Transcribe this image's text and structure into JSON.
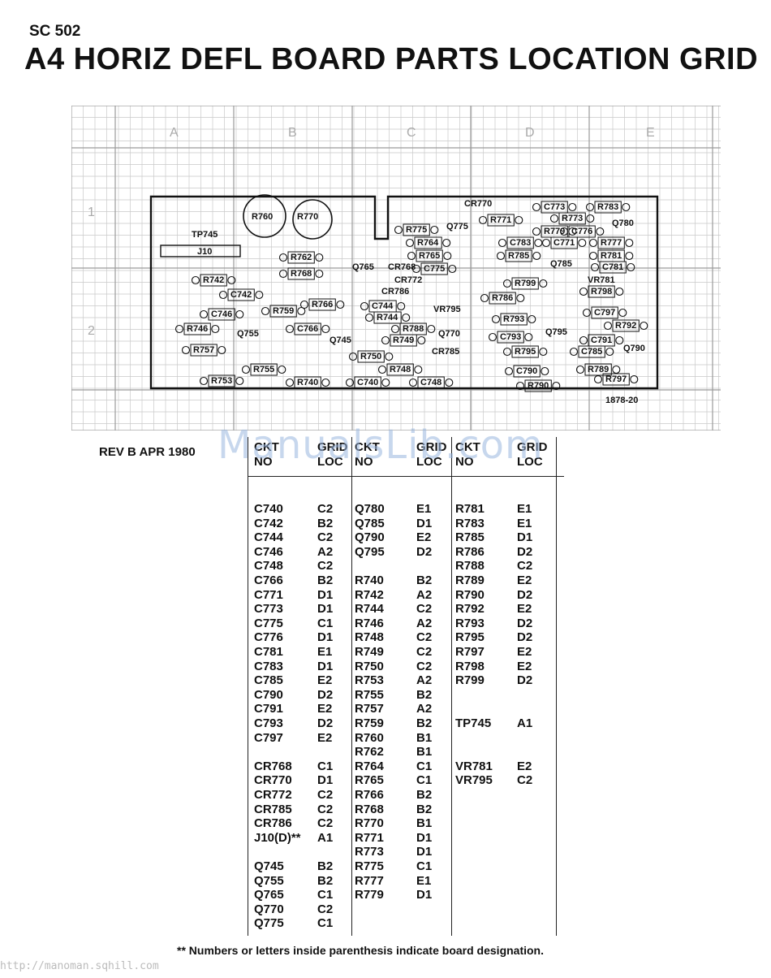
{
  "header": {
    "model": "SC 502",
    "title": "A4 HORIZ DEFL BOARD PARTS LOCATION GRID"
  },
  "grid": {
    "columns": [
      "A",
      "B",
      "C",
      "D",
      "E"
    ],
    "rows": [
      "1",
      "2"
    ],
    "drawing_number": "1878-20",
    "components": [
      {
        "label": "R760",
        "col": "B",
        "row": "1"
      },
      {
        "label": "R770",
        "col": "B",
        "row": "1"
      },
      {
        "label": "TP745",
        "col": "A",
        "row": "1"
      },
      {
        "label": "J10",
        "col": "A",
        "row": "1"
      },
      {
        "label": "R762",
        "col": "B",
        "row": "1"
      },
      {
        "label": "R768",
        "col": "B",
        "row": "2"
      },
      {
        "label": "R742",
        "col": "A",
        "row": "2"
      },
      {
        "label": "C742",
        "col": "B",
        "row": "2"
      },
      {
        "label": "C746",
        "col": "A",
        "row": "2"
      },
      {
        "label": "R759",
        "col": "B",
        "row": "2"
      },
      {
        "label": "R766",
        "col": "B",
        "row": "2"
      },
      {
        "label": "R746",
        "col": "A",
        "row": "2"
      },
      {
        "label": "Q755",
        "col": "B",
        "row": "2"
      },
      {
        "label": "C766",
        "col": "B",
        "row": "2"
      },
      {
        "label": "Q745",
        "col": "B",
        "row": "2"
      },
      {
        "label": "R757",
        "col": "A",
        "row": "2"
      },
      {
        "label": "R755",
        "col": "B",
        "row": "2"
      },
      {
        "label": "R753",
        "col": "A",
        "row": "2"
      },
      {
        "label": "R740",
        "col": "B",
        "row": "2"
      },
      {
        "label": "Q765",
        "col": "C",
        "row": "1"
      },
      {
        "label": "CR768",
        "col": "C",
        "row": "1"
      },
      {
        "label": "C775",
        "col": "C",
        "row": "1"
      },
      {
        "label": "CR772",
        "col": "C",
        "row": "2"
      },
      {
        "label": "CR786",
        "col": "C",
        "row": "2"
      },
      {
        "label": "C744",
        "col": "C",
        "row": "2"
      },
      {
        "label": "R744",
        "col": "C",
        "row": "2"
      },
      {
        "label": "R788",
        "col": "C",
        "row": "2"
      },
      {
        "label": "VR795",
        "col": "C",
        "row": "2"
      },
      {
        "label": "R749",
        "col": "C",
        "row": "2"
      },
      {
        "label": "Q770",
        "col": "C",
        "row": "2"
      },
      {
        "label": "CR785",
        "col": "C",
        "row": "2"
      },
      {
        "label": "R750",
        "col": "C",
        "row": "2"
      },
      {
        "label": "R748",
        "col": "C",
        "row": "2"
      },
      {
        "label": "C740",
        "col": "C",
        "row": "2"
      },
      {
        "label": "C748",
        "col": "C",
        "row": "2"
      },
      {
        "label": "R775",
        "col": "C",
        "row": "1"
      },
      {
        "label": "R764",
        "col": "C",
        "row": "1"
      },
      {
        "label": "R765",
        "col": "C",
        "row": "1"
      },
      {
        "label": "CR770",
        "col": "D",
        "row": "1"
      },
      {
        "label": "Q775",
        "col": "C",
        "row": "1"
      },
      {
        "label": "C773",
        "col": "D",
        "row": "1"
      },
      {
        "label": "R771",
        "col": "D",
        "row": "1"
      },
      {
        "label": "R773",
        "col": "D",
        "row": "1"
      },
      {
        "label": "R779",
        "col": "D",
        "row": "1"
      },
      {
        "label": "C776",
        "col": "D",
        "row": "1"
      },
      {
        "label": "C783",
        "col": "D",
        "row": "1"
      },
      {
        "label": "C771",
        "col": "D",
        "row": "1"
      },
      {
        "label": "R785",
        "col": "D",
        "row": "1"
      },
      {
        "label": "Q785",
        "col": "D",
        "row": "1"
      },
      {
        "label": "R783",
        "col": "E",
        "row": "1"
      },
      {
        "label": "Q780",
        "col": "E",
        "row": "1"
      },
      {
        "label": "R777",
        "col": "E",
        "row": "1"
      },
      {
        "label": "R781",
        "col": "E",
        "row": "1"
      },
      {
        "label": "C781",
        "col": "E",
        "row": "1"
      },
      {
        "label": "VR781",
        "col": "E",
        "row": "2"
      },
      {
        "label": "R799",
        "col": "D",
        "row": "2"
      },
      {
        "label": "R798",
        "col": "E",
        "row": "2"
      },
      {
        "label": "R786",
        "col": "D",
        "row": "2"
      },
      {
        "label": "R793",
        "col": "D",
        "row": "2"
      },
      {
        "label": "C797",
        "col": "E",
        "row": "2"
      },
      {
        "label": "R792",
        "col": "E",
        "row": "2"
      },
      {
        "label": "C793",
        "col": "D",
        "row": "2"
      },
      {
        "label": "Q795",
        "col": "D",
        "row": "2"
      },
      {
        "label": "C791",
        "col": "E",
        "row": "2"
      },
      {
        "label": "R795",
        "col": "D",
        "row": "2"
      },
      {
        "label": "C785",
        "col": "E",
        "row": "2"
      },
      {
        "label": "Q790",
        "col": "E",
        "row": "2"
      },
      {
        "label": "C790",
        "col": "D",
        "row": "2"
      },
      {
        "label": "R789",
        "col": "E",
        "row": "2"
      },
      {
        "label": "R797",
        "col": "E",
        "row": "2"
      },
      {
        "label": "R790",
        "col": "D",
        "row": "2"
      }
    ]
  },
  "revision": "REV B APR 1980",
  "table": {
    "headers": [
      {
        "ckt": "CKT",
        "ckt2": "NO",
        "grid": "GRID",
        "grid2": "LOC"
      },
      {
        "ckt": "CKT",
        "ckt2": "NO",
        "grid": "GRID",
        "grid2": "LOC"
      },
      {
        "ckt": "CKT",
        "ckt2": "NO",
        "grid": "GRID",
        "grid2": "LOC"
      }
    ],
    "columns": [
      [
        {
          "c": "C740",
          "g": "C2"
        },
        {
          "c": "C742",
          "g": "B2"
        },
        {
          "c": "C744",
          "g": "C2"
        },
        {
          "c": "C746",
          "g": "A2"
        },
        {
          "c": "C748",
          "g": "C2"
        },
        {
          "c": "C766",
          "g": "B2"
        },
        {
          "c": "C771",
          "g": "D1"
        },
        {
          "c": "C773",
          "g": "D1"
        },
        {
          "c": "C775",
          "g": "C1"
        },
        {
          "c": "C776",
          "g": "D1"
        },
        {
          "c": "C781",
          "g": "E1"
        },
        {
          "c": "C783",
          "g": "D1"
        },
        {
          "c": "C785",
          "g": "E2"
        },
        {
          "c": "C790",
          "g": "D2"
        },
        {
          "c": "C791",
          "g": "E2"
        },
        {
          "c": "C793",
          "g": "D2"
        },
        {
          "c": "C797",
          "g": "E2"
        },
        {
          "c": "",
          "g": ""
        },
        {
          "c": "CR768",
          "g": "C1"
        },
        {
          "c": "CR770",
          "g": "D1"
        },
        {
          "c": "CR772",
          "g": "C2"
        },
        {
          "c": "CR785",
          "g": "C2"
        },
        {
          "c": "CR786",
          "g": "C2"
        },
        {
          "c": "J10(D)**",
          "g": "A1"
        },
        {
          "c": "",
          "g": ""
        },
        {
          "c": "Q745",
          "g": "B2"
        },
        {
          "c": "Q755",
          "g": "B2"
        },
        {
          "c": "Q765",
          "g": "C1"
        },
        {
          "c": "Q770",
          "g": "C2"
        },
        {
          "c": "Q775",
          "g": "C1"
        }
      ],
      [
        {
          "c": "Q780",
          "g": "E1"
        },
        {
          "c": "Q785",
          "g": "D1"
        },
        {
          "c": "Q790",
          "g": "E2"
        },
        {
          "c": "Q795",
          "g": "D2"
        },
        {
          "c": "",
          "g": ""
        },
        {
          "c": "R740",
          "g": "B2"
        },
        {
          "c": "R742",
          "g": "A2"
        },
        {
          "c": "R744",
          "g": "C2"
        },
        {
          "c": "R746",
          "g": "A2"
        },
        {
          "c": "R748",
          "g": "C2"
        },
        {
          "c": "R749",
          "g": "C2"
        },
        {
          "c": "R750",
          "g": "C2"
        },
        {
          "c": "R753",
          "g": "A2"
        },
        {
          "c": "R755",
          "g": "B2"
        },
        {
          "c": "R757",
          "g": "A2"
        },
        {
          "c": "R759",
          "g": "B2"
        },
        {
          "c": "R760",
          "g": "B1"
        },
        {
          "c": "R762",
          "g": "B1"
        },
        {
          "c": "R764",
          "g": "C1"
        },
        {
          "c": "R765",
          "g": "C1"
        },
        {
          "c": "R766",
          "g": "B2"
        },
        {
          "c": "R768",
          "g": "B2"
        },
        {
          "c": "R770",
          "g": "B1"
        },
        {
          "c": "R771",
          "g": "D1"
        },
        {
          "c": "R773",
          "g": "D1"
        },
        {
          "c": "R775",
          "g": "C1"
        },
        {
          "c": "R777",
          "g": "E1"
        },
        {
          "c": "R779",
          "g": "D1"
        }
      ],
      [
        {
          "c": "R781",
          "g": "E1"
        },
        {
          "c": "R783",
          "g": "E1"
        },
        {
          "c": "R785",
          "g": "D1"
        },
        {
          "c": "R786",
          "g": "D2"
        },
        {
          "c": "R788",
          "g": "C2"
        },
        {
          "c": "R789",
          "g": "E2"
        },
        {
          "c": "R790",
          "g": "D2"
        },
        {
          "c": "R792",
          "g": "E2"
        },
        {
          "c": "R793",
          "g": "D2"
        },
        {
          "c": "R795",
          "g": "D2"
        },
        {
          "c": "R797",
          "g": "E2"
        },
        {
          "c": "R798",
          "g": "E2"
        },
        {
          "c": "R799",
          "g": "D2"
        },
        {
          "c": "",
          "g": ""
        },
        {
          "c": "",
          "g": ""
        },
        {
          "c": "TP745",
          "g": "A1"
        },
        {
          "c": "",
          "g": ""
        },
        {
          "c": "",
          "g": ""
        },
        {
          "c": "VR781",
          "g": "E2"
        },
        {
          "c": "VR795",
          "g": "C2"
        }
      ]
    ]
  },
  "footnote": "** Numbers or letters inside parenthesis indicate board designation.",
  "watermark": "ManualsLib.com",
  "source_url": "http://manoman.sqhill.com"
}
